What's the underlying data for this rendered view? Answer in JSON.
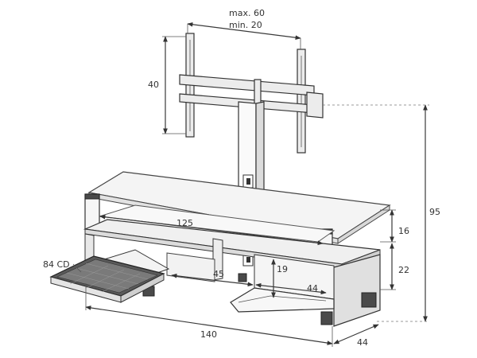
{
  "dimensions": {
    "top_width_max": "max. 60",
    "top_width_min": "min. 20",
    "bracket_height": "40",
    "total_height": "95",
    "upper_shelf_width": "125",
    "shelf_height": "16",
    "cabinet_height": "22",
    "cd_capacity": "84 CD",
    "inner_width": "45",
    "compartment_width": "44",
    "compartment_height": "19",
    "total_width": "140",
    "depth": "44"
  }
}
